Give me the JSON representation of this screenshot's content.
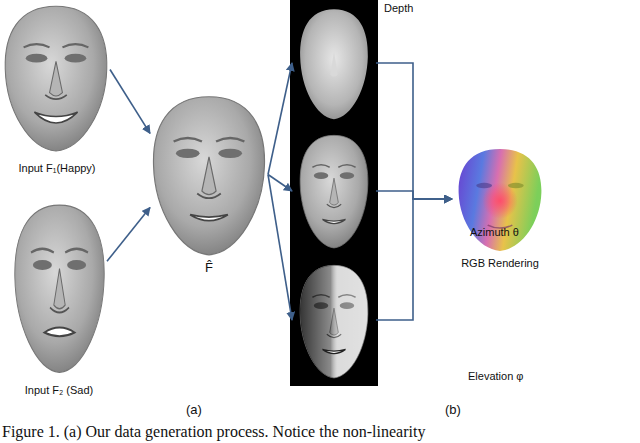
{
  "diagram": {
    "caption": "Figure 1. (a) Our data generation process. Notice the non-linearity",
    "nodes": [
      {
        "text": [
          "Input F₁(Happy)"
        ]
      },
      {
        "text": [
          "Input F₂ (Sad)"
        ]
      },
      {
        "text": [
          "F̂"
        ]
      },
      {
        "text": [
          "Depth"
        ]
      },
      {
        "text": [
          "Azimuth θ"
        ]
      },
      {
        "text": [
          "Elevation φ"
        ]
      },
      {
        "text": [
          "RGB Rendering"
        ]
      }
    ],
    "edges": [
      {
        "from": 0,
        "to": 2,
        "arrow": "to"
      },
      {
        "from": 1,
        "to": 2,
        "arrow": "to"
      },
      {
        "from": 2,
        "to": 3,
        "arrow": "to"
      },
      {
        "from": 2,
        "to": 4,
        "arrow": "to"
      },
      {
        "from": 2,
        "to": 5,
        "arrow": "to"
      },
      {
        "from": 3,
        "to": 6,
        "arrow": "to"
      },
      {
        "from": 4,
        "to": 6,
        "arrow": "to"
      },
      {
        "from": 5,
        "to": 6,
        "arrow": "to"
      }
    ],
    "labels": [
      "(a)",
      "(b)"
    ]
  }
}
